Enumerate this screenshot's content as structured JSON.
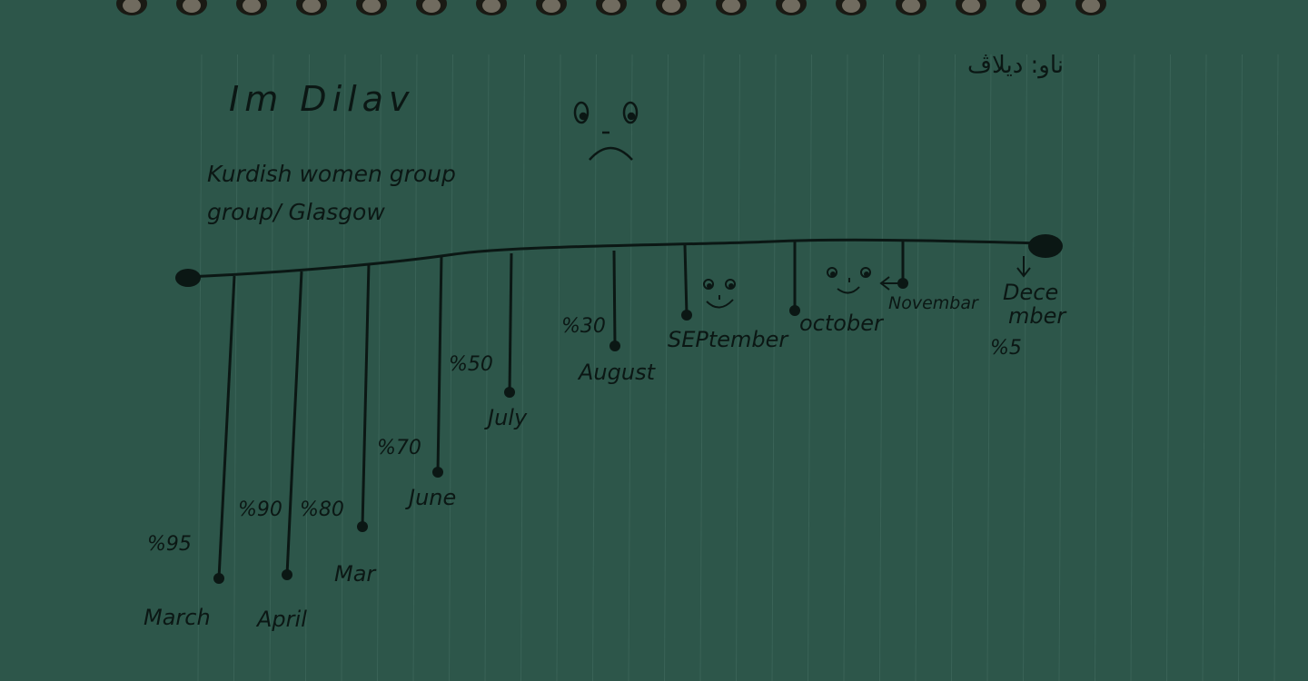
{
  "header": {
    "name": "Im Dilav",
    "group_line1": "Kurdish women group",
    "group_line2": "group/ Glasgow",
    "name_kurdish": "ناو: دیلاڤ"
  },
  "months": [
    {
      "label": "March",
      "percent": "%95",
      "value": 95,
      "face": null
    },
    {
      "label": "April",
      "percent": "%90",
      "value": 90,
      "face": null
    },
    {
      "label": "Mar",
      "percent": "%80",
      "value": 80,
      "face": null
    },
    {
      "label": "June",
      "percent": "%70",
      "value": 70,
      "face": null
    },
    {
      "label": "July",
      "percent": "%50",
      "value": 50,
      "face": null
    },
    {
      "label": "August",
      "percent": "%30",
      "value": 30,
      "face": null
    },
    {
      "label": "SEPtember",
      "percent": "",
      "value": null,
      "face": "smile"
    },
    {
      "label": "october",
      "percent": "",
      "value": null,
      "face": "smile"
    },
    {
      "label": "Novembar",
      "percent": "",
      "value": null,
      "face": null
    },
    {
      "label": "Dece mber",
      "percent": "%5",
      "value": 5,
      "face": null
    }
  ],
  "faces": {
    "top": "sad",
    "september": "smile",
    "october": "smile"
  },
  "colors": {
    "paper": "#2d564a",
    "ink": "#0b1714",
    "ring": "#b8ae9c"
  }
}
